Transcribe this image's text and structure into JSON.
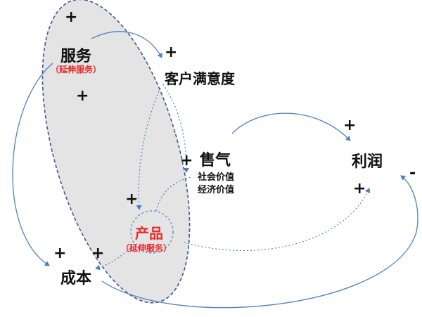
{
  "nodes": {
    "service": {
      "label": "服务",
      "sublabel": "（延伸服务）"
    },
    "satisfaction": {
      "label": "客户满意度"
    },
    "sales": {
      "label": "售气"
    },
    "social_value": {
      "label": "社会价值"
    },
    "economic_value": {
      "label": "经济价值"
    },
    "profit": {
      "label": "利润"
    },
    "product": {
      "label": "产品",
      "sublabel": "（延伸服务）"
    },
    "cost": {
      "label": "成本"
    }
  },
  "signs": {
    "plus": "+",
    "minus": "-"
  },
  "colors": {
    "ellipse_fill": "#e4e4e4",
    "ellipse_stroke": "#3f5a8e",
    "arrow": "#4f7ec9",
    "highlight_text": "#e8282b"
  }
}
